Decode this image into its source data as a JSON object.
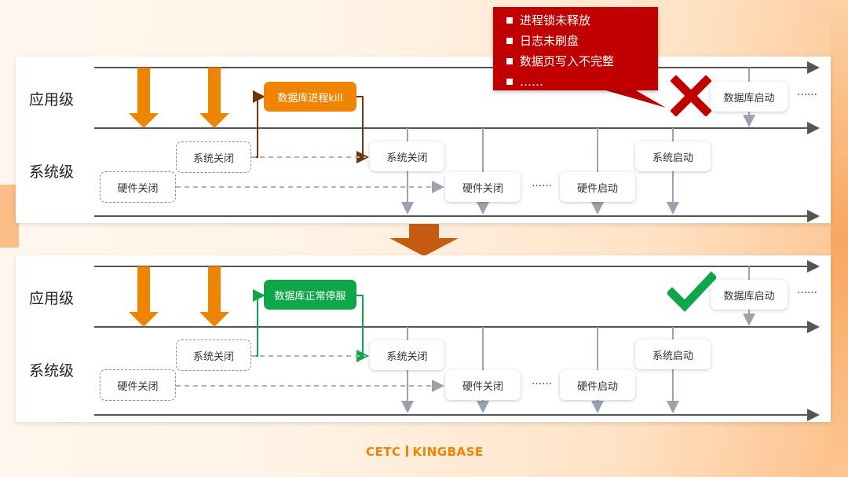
{
  "labels": {
    "app_level": "应用级",
    "sys_level": "系统级"
  },
  "top": {
    "kill_box": "数据库进程kill",
    "sys_close_1": "系统关闭",
    "hw_close_1": "硬件关闭",
    "sys_close_2": "系统关闭",
    "hw_close_2": "硬件关闭",
    "ellipsis_mid": "……",
    "hw_start": "硬件启动",
    "sys_start": "系统启动",
    "db_start": "数据库启动",
    "ellipsis_end": "……",
    "result_icon": "cross-icon"
  },
  "bottom": {
    "stop_box": "数据库正常停服",
    "sys_close_1": "系统关闭",
    "hw_close_1": "硬件关闭",
    "sys_close_2": "系统关闭",
    "hw_close_2": "硬件关闭",
    "ellipsis_mid": "……",
    "hw_start": "硬件启动",
    "sys_start": "系统启动",
    "db_start": "数据库启动",
    "ellipsis_end": "……",
    "result_icon": "check-icon"
  },
  "callout": {
    "items": [
      "进程锁未释放",
      "日志未刷盘",
      "数据页写入不完整",
      "……"
    ]
  },
  "brand": {
    "left": "CETC",
    "right": "KINGBASE"
  },
  "colors": {
    "orange": "#ef8400",
    "green": "#0fa64a",
    "red": "#c00000",
    "kill_line": "#6b3510",
    "dark_orange_arrow": "#c55a11"
  }
}
